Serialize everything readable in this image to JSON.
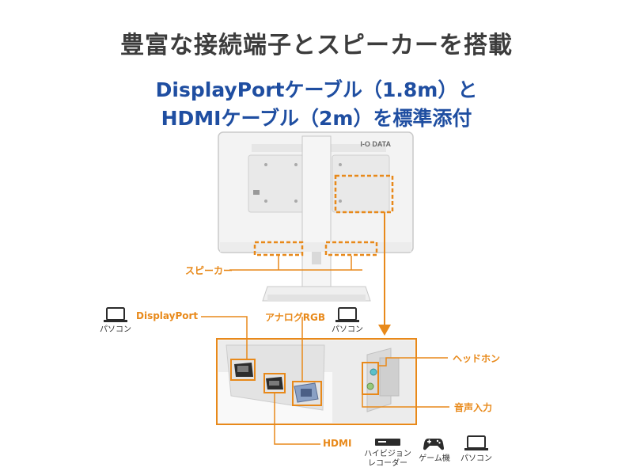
{
  "header": {
    "title": "豊富な接続端子とスピーカーを搭載",
    "subtitle_line1": "DisplayPortケーブル（1.8m）と",
    "subtitle_line2": "HDMIケーブル（2m）を標準添付"
  },
  "monitor": {
    "brand": "I-O DATA"
  },
  "callouts": {
    "speaker": "スピーカー",
    "displayport": "DisplayPort",
    "analog_rgb": "アナログRGB",
    "hdmi": "HDMI",
    "headphone": "ヘッドホン",
    "audio_in": "音声入力"
  },
  "devices": {
    "pc_left": "パソコン",
    "pc_mid": "パソコン",
    "hd_recorder_line1": "ハイビジョン",
    "hd_recorder_line2": "レコーダー",
    "game": "ゲーム機",
    "pc_right": "パソコン"
  },
  "colors": {
    "accent_orange": "#e8891a",
    "title_gray": "#3c3c3c",
    "subtitle_blue": "#1f4ea1"
  }
}
